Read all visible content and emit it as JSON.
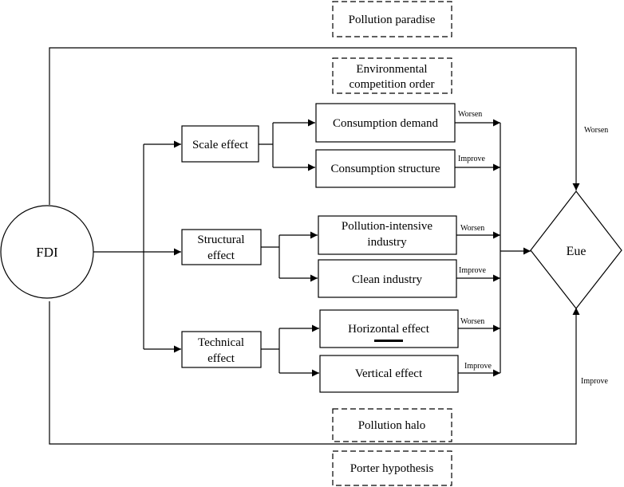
{
  "nodes": {
    "fdi": "FDI",
    "eue": "Eue",
    "scale_effect": "Scale effect",
    "structural_effect": [
      "Structural",
      "effect"
    ],
    "technical_effect": [
      "Technical",
      "effect"
    ],
    "consumption_demand": "Consumption demand",
    "consumption_structure": "Consumption structure",
    "pollution_intensive_industry": [
      "Pollution-intensive",
      "industry"
    ],
    "clean_industry": "Clean industry",
    "horizontal_effect": "Horizontal effect",
    "vertical_effect": "Vertical effect"
  },
  "hypotheses": {
    "pollution_paradise": "Pollution paradise",
    "environmental_competition_order": [
      "Environmental",
      "competition order"
    ],
    "pollution_halo": "Pollution halo",
    "porter_hypothesis": "Porter hypothesis"
  },
  "edge_labels": {
    "consumption_demand": "Worsen",
    "consumption_structure": "Improve",
    "pollution_intensive_industry": "Worsen",
    "clean_industry": "Improve",
    "horizontal_effect": "Worsen",
    "vertical_effect": "Improve",
    "top_loop": "Worsen",
    "bottom_loop": "Improve"
  }
}
